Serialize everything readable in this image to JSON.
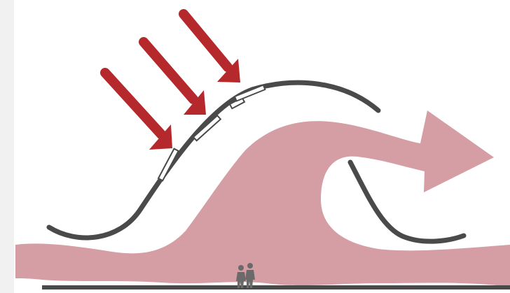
{
  "diagram": {
    "background": "#ffffff",
    "edge_color": "#f1f1f1",
    "colors": {
      "airflow": "#d59da4",
      "roof": "#4a4a4a",
      "sun_arrow": "#b5282b",
      "panel_fill": "#ffffff",
      "panel_stroke": "#4a4a4a",
      "ground": "#4a4a4a",
      "people": "#6a6a6a"
    },
    "sun_arrows": [
      {
        "name": "sun-arrow-1",
        "icon": "arrow-down-right-icon"
      },
      {
        "name": "sun-arrow-2",
        "icon": "arrow-down-right-icon"
      },
      {
        "name": "sun-arrow-3",
        "icon": "arrow-down-right-icon"
      }
    ],
    "panels": [
      {
        "name": "solar-panel-1"
      },
      {
        "name": "solar-panel-2"
      },
      {
        "name": "solar-panel-3"
      },
      {
        "name": "solar-panel-4"
      }
    ],
    "people": [
      {
        "name": "person-1",
        "icon": "person-icon"
      },
      {
        "name": "person-2",
        "icon": "person-icon"
      }
    ]
  }
}
